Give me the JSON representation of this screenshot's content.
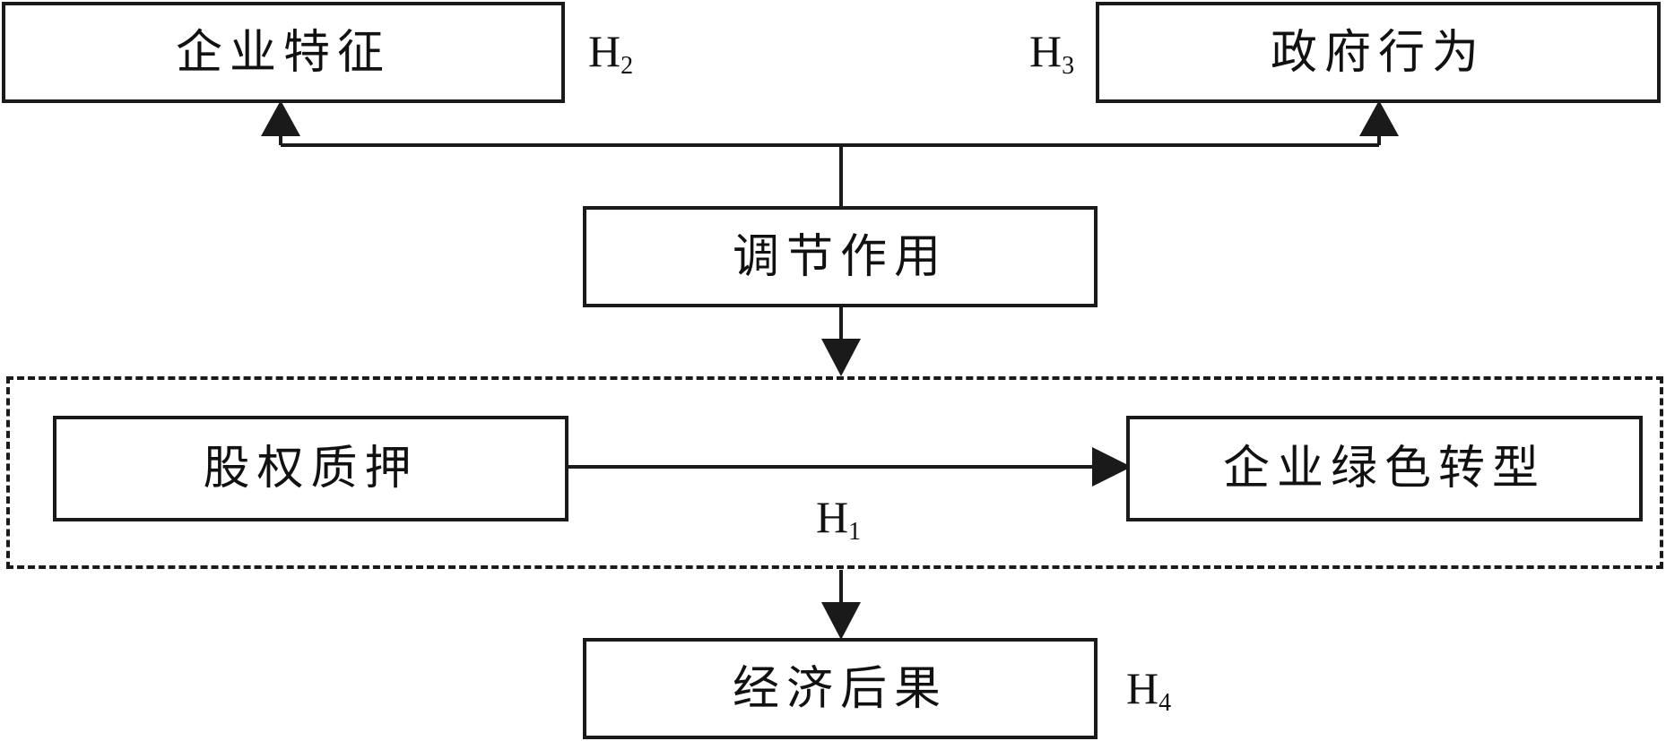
{
  "nodes": {
    "firm_characteristics": "企业特征",
    "government_behavior": "政府行为",
    "moderating_effect": "调节作用",
    "equity_pledge": "股权质押",
    "green_transformation": "企业绿色转型",
    "economic_consequences": "经济后果"
  },
  "hypotheses": {
    "h1": {
      "letter": "H",
      "num": "1"
    },
    "h2": {
      "letter": "H",
      "num": "2"
    },
    "h3": {
      "letter": "H",
      "num": "3"
    },
    "h4": {
      "letter": "H",
      "num": "4"
    }
  },
  "colors": {
    "stroke": "#1a1a1a",
    "background": "#ffffff"
  }
}
